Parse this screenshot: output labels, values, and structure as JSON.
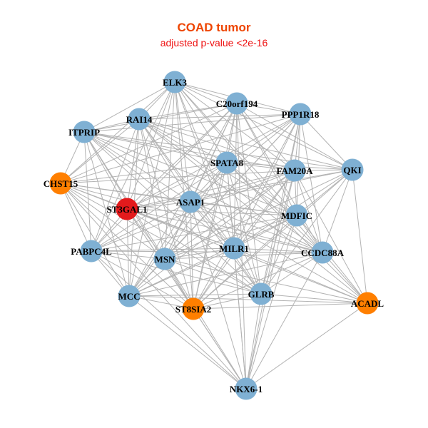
{
  "header": {
    "title": "COAD tumor",
    "subtitle": "adjusted p-value <2e-16"
  },
  "colors": {
    "default_node": "#7fb0d3",
    "highlight_node": "#ff7f00",
    "focus_node": "#e31a1c",
    "edge": "#b3b3b3",
    "title": "#ee4400",
    "subtitle": "#ee1111"
  },
  "nodes": [
    {
      "id": "ELK3",
      "type": "default"
    },
    {
      "id": "C20orf194",
      "type": "default"
    },
    {
      "id": "PPP1R18",
      "type": "default"
    },
    {
      "id": "RAI14",
      "type": "default"
    },
    {
      "id": "ITPRIP",
      "type": "default"
    },
    {
      "id": "SPATA8",
      "type": "default"
    },
    {
      "id": "FAM20A",
      "type": "default"
    },
    {
      "id": "QKI",
      "type": "default"
    },
    {
      "id": "CHST15",
      "type": "highlight"
    },
    {
      "id": "ST3GAL1",
      "type": "focus"
    },
    {
      "id": "ASAP1",
      "type": "default"
    },
    {
      "id": "MDFIC",
      "type": "default"
    },
    {
      "id": "PABPC4L",
      "type": "default"
    },
    {
      "id": "MSN",
      "type": "default"
    },
    {
      "id": "MILR1",
      "type": "default"
    },
    {
      "id": "CCDC88A",
      "type": "default"
    },
    {
      "id": "MCC",
      "type": "default"
    },
    {
      "id": "ST8SIA2",
      "type": "highlight"
    },
    {
      "id": "GLRB",
      "type": "default"
    },
    {
      "id": "ACADL",
      "type": "highlight"
    },
    {
      "id": "NKX6-1",
      "type": "default"
    }
  ],
  "missing_edges": [
    [
      "ELK3",
      "ACADL"
    ],
    [
      "ITPRIP",
      "ACADL"
    ],
    [
      "QKI",
      "CHST15"
    ],
    [
      "QKI",
      "PABPC4L"
    ],
    [
      "QKI",
      "MCC"
    ],
    [
      "PPP1R18",
      "ACADL"
    ],
    [
      "ELK3",
      "NKX6-1"
    ],
    [
      "ITPRIP",
      "NKX6-1"
    ],
    [
      "RAI14",
      "NKX6-1"
    ],
    [
      "PABPC4L",
      "ACADL"
    ],
    [
      "CHST15",
      "ACADL"
    ],
    [
      "PPP1R18",
      "PABPC4L"
    ],
    [
      "C20orf194",
      "ACADL"
    ],
    [
      "QKI",
      "NKX6-1"
    ]
  ]
}
